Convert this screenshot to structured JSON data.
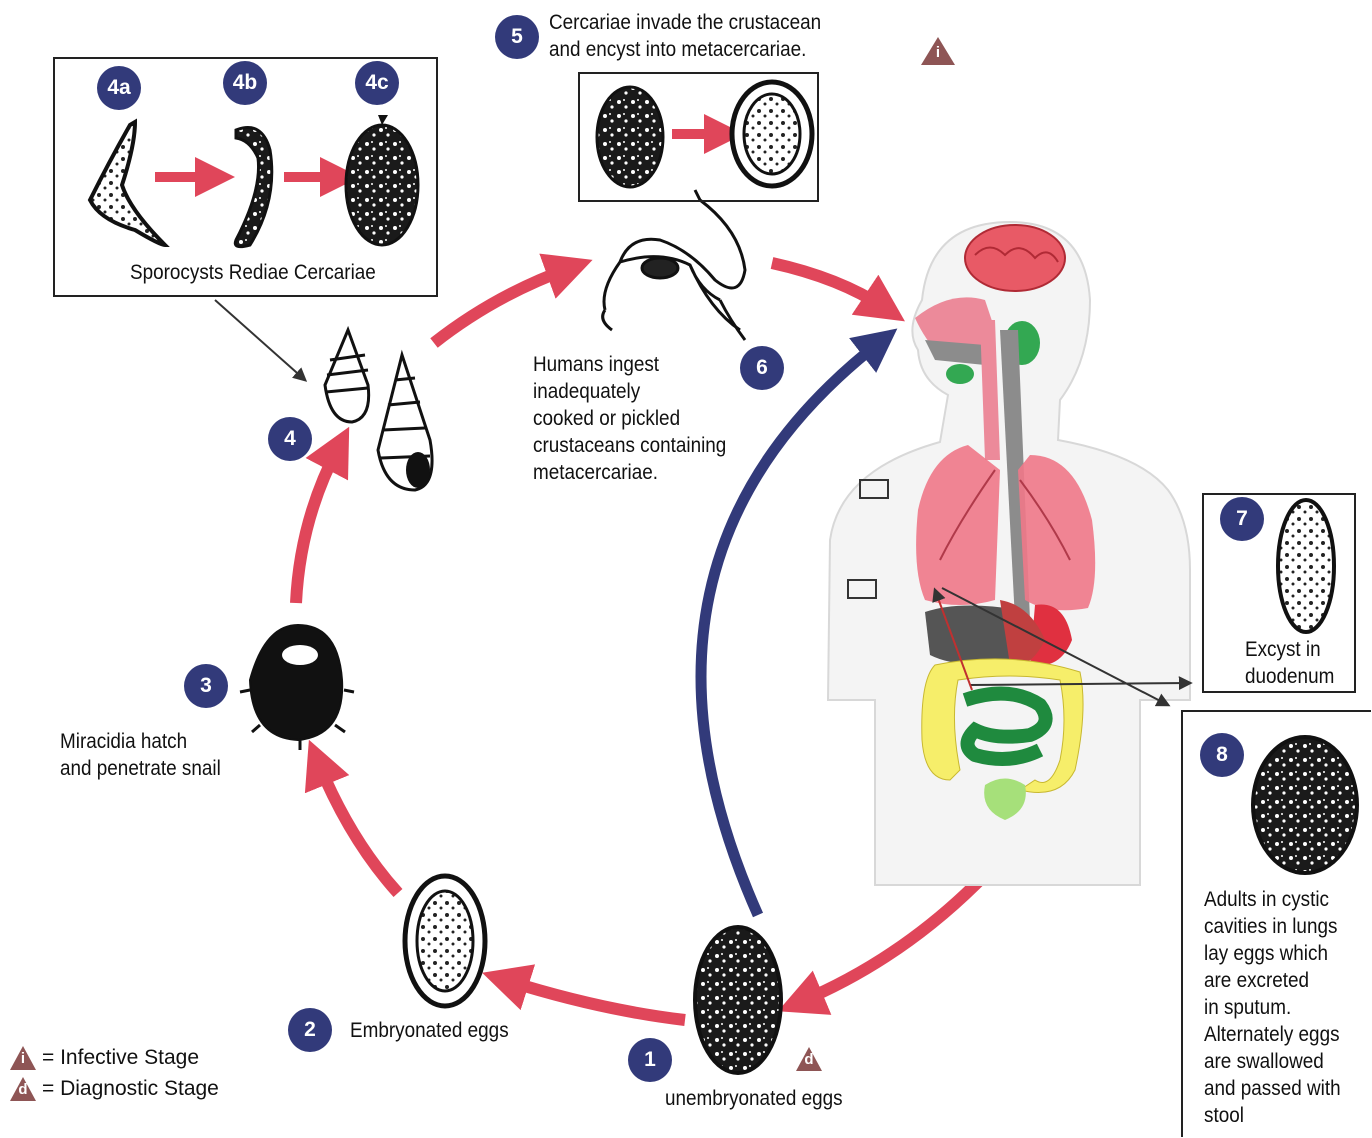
{
  "steps": {
    "s1": {
      "badge": "1",
      "text": "unembryonated eggs"
    },
    "s2": {
      "badge": "2",
      "text": "Embryonated eggs"
    },
    "s3": {
      "badge": "3",
      "line1": "Miracidia hatch",
      "line2": "and penetrate snail"
    },
    "s4": {
      "badge": "4"
    },
    "s4a": {
      "badge": "4a"
    },
    "s4b": {
      "badge": "4b"
    },
    "s4c": {
      "badge": "4c"
    },
    "s4_caption": "Sporocysts Rediae Cercariae",
    "s5": {
      "badge": "5",
      "line1": "Cercariae invade the crustacean",
      "line2": "and encyst into metacercariae."
    },
    "s6": {
      "badge": "6",
      "lines": [
        "Humans ingest",
        "inadequately",
        "cooked or pickled",
        "crustaceans containing",
        "metacercariae."
      ]
    },
    "s7": {
      "badge": "7",
      "line1": "Excyst in",
      "line2": "duodenum"
    },
    "s8": {
      "badge": "8",
      "lines": [
        "Adults in cystic",
        "cavities in lungs",
        "lay eggs which",
        "are excreted",
        "in sputum.",
        "Alternately eggs",
        "are swallowed",
        "and passed with",
        "stool"
      ]
    }
  },
  "stage_marks": {
    "infective": "i",
    "diagnostic": "d"
  },
  "legend": {
    "infective": {
      "symbol": "i",
      "text": "= Infective Stage"
    },
    "diagnostic": {
      "symbol": "d",
      "text": "= Diagnostic Stage"
    }
  },
  "colors": {
    "arrow_red": "#e0465a",
    "arrow_blue": "#323a7a",
    "badge": "#323a7a",
    "stage_triangle": "#8e5555"
  }
}
